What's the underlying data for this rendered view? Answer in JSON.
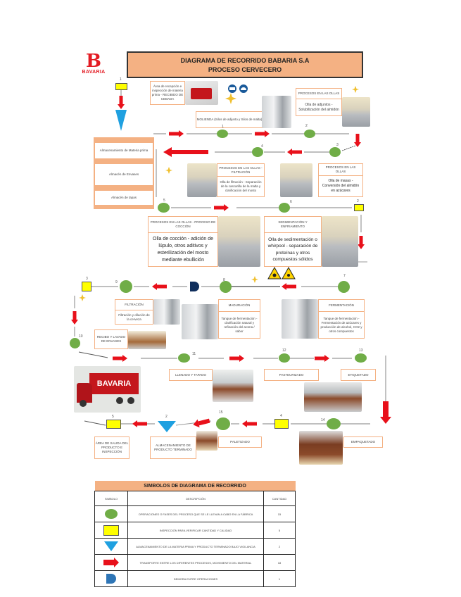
{
  "header": {
    "logo_text": "BAVARIA",
    "title_line1": "DIAGRAMA DE RECORRIDO BABARIA S.A",
    "title_line2": "PROCESO CERVECERO"
  },
  "storage": [
    "Almacenamiento de Materia prima",
    "Almacén de Envases",
    "Almacén de tapas"
  ],
  "steps": {
    "recepcion": "Área de recepción e inspección de materia prima - RECIBIDO DE CEBADA",
    "molienda": "MOLIENDA (Silos de adjunto y Silos de malta)",
    "ollas_header": "PROCESOS EN LAS OLLAS",
    "ollas_body": "Olla de adjuntos - Solubilización del almidón",
    "filtracion_header": "PROCESOS EN LAS OLLAS - FILTRACIÓN",
    "filtracion_body": "Olla de filtración - Separación de la cascarilla de la malta y clarificación del mosto",
    "masas_header": "PROCESOS EN LAS OLLAS",
    "masas_body": "Olla de masas - Conversión del almidón en azúcares",
    "coccion_header": "PROCESOS EN LAS OLLAS - PROCESO DE COCCIÓN",
    "coccion_body": "Olla de cocción - adición de lúpulo, otros aditivos y esterilización del mosto mediante ebullición",
    "sedimentacion_header": "SEDIMENTACIÓN Y ENFRIAMIENTO",
    "sedimentacion_body": "Olla de sedimentación o whirpool - separación de proteínas y otros compuestos sólidos",
    "filtracion2_header": "FILTRACIÓN",
    "filtracion2_body": "Filtración y dilución de la cerveza",
    "maduracion_header": "MADURACIÓN",
    "maduracion_body": "Tanque de fermentación - clarificación natural y refinación del aroma / sabor",
    "fermentacion_header": "FERMENTACIÓN",
    "fermentacion_body": "Tanque de fermentación - Fermentación de azúcares y producción de alcohol, CO2 y otros compuestos",
    "recibo_envases": "RECIBO Y LAVADO DE ENVASES",
    "llenado": "LLENADO Y TAPADO",
    "pasteurizado": "PASTEURIZADO",
    "etiquetado": "ETIQUETADO",
    "empaquetado": "EMPAQUETADO",
    "paletizado": "PALETIZADO",
    "almacenamiento_pt": "ALMACENAMIENTO DE PRODUCTO TERMINADO",
    "salida": "ÁREA DE SALIDA DEL PRODUCTO E INSPECCIÓN",
    "truck_brand": "BAVARIA"
  },
  "numbers": {
    "n1": "1",
    "n2": "2",
    "n3": "3",
    "n4": "4",
    "n5": "5",
    "n6": "6",
    "n7": "7",
    "n8": "8",
    "n9": "9",
    "n10": "10",
    "n11": "11",
    "n12": "12",
    "n13": "13",
    "n14": "14",
    "n15": "15",
    "i1": "1",
    "i2": "2",
    "i3": "3",
    "i4": "4",
    "i5": "5",
    "a2": "2"
  },
  "legend": {
    "title": "SIMBOLOS DE DIAGRAMA DE RECORRIDO",
    "col_symbol": "SIMBOLO",
    "col_description": "DESCRIPCIÓN",
    "col_count": "CANTIDAD",
    "rows": [
      {
        "symbol": "operation-circle",
        "description": "OPERACIONES O FASES DEL PROCESO QUE SE LE LLEVAN A CABO EN LA FÁBRICA",
        "count": "15"
      },
      {
        "symbol": "inspection-rectangle",
        "description": "INSPECCIÓN PARA VERIFICAR CANTIDAD Y CALIDAD",
        "count": "5"
      },
      {
        "symbol": "storage-triangle",
        "description": "ALMACENAMIENTO DE LA MATERIA PRIMA Y PRODUCTO TERMINADO BAJO VIGILANCIA",
        "count": "2"
      },
      {
        "symbol": "transport-arrow",
        "description": "TRANSPORTE ENTRE LOS DIFERENTES PROCESOS, MOVIMIENTO DEL MATERIAL",
        "count": "18"
      },
      {
        "symbol": "delay-d",
        "description": "DEMORA ENTRE OPERACIONES",
        "count": "1"
      }
    ]
  },
  "colors": {
    "operation": "#70ad47",
    "inspection": "#ffff00",
    "storage": "#1fa0e0",
    "transport": "#e8101a",
    "delay": "#0f2e5c",
    "accent": "#f4b183"
  }
}
